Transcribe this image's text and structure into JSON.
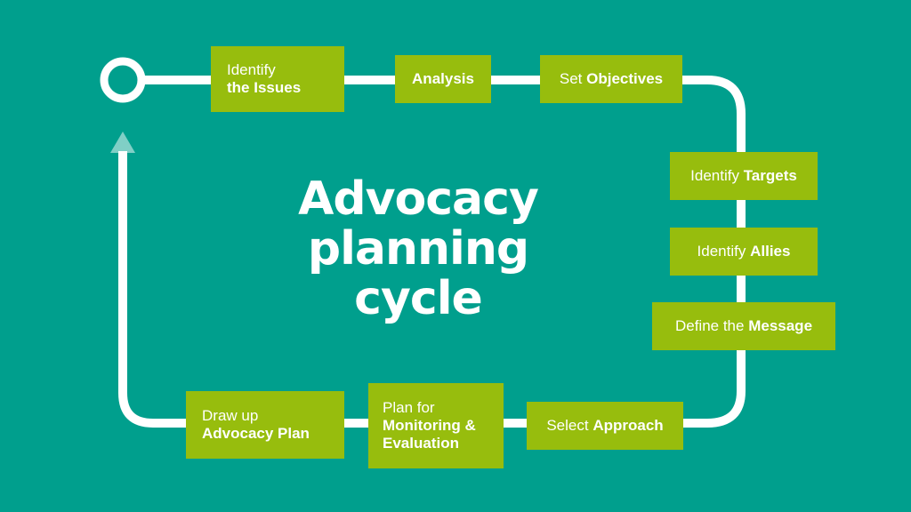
{
  "title": {
    "lines": [
      "Advocacy",
      "planning",
      "cycle"
    ]
  },
  "steps": [
    {
      "regular": "Identify",
      "bold": "the Issues"
    },
    {
      "regular": "",
      "bold": "Analysis"
    },
    {
      "regular": "Set",
      "bold": "Objectives"
    },
    {
      "regular": "Identify",
      "bold": "Targets"
    },
    {
      "regular": "Identify",
      "bold": "Allies"
    },
    {
      "regular": "Define the",
      "bold": "Message"
    },
    {
      "regular": "Select",
      "bold": "Approach"
    },
    {
      "regular": "Plan for",
      "bold": "Monitoring & Evaluation"
    },
    {
      "regular": "Draw up",
      "bold": "Advocacy Plan"
    }
  ],
  "colors": {
    "background": "#009f8d",
    "box": "#97bd0d",
    "track": "#ffffff",
    "text": "#ffffff"
  }
}
